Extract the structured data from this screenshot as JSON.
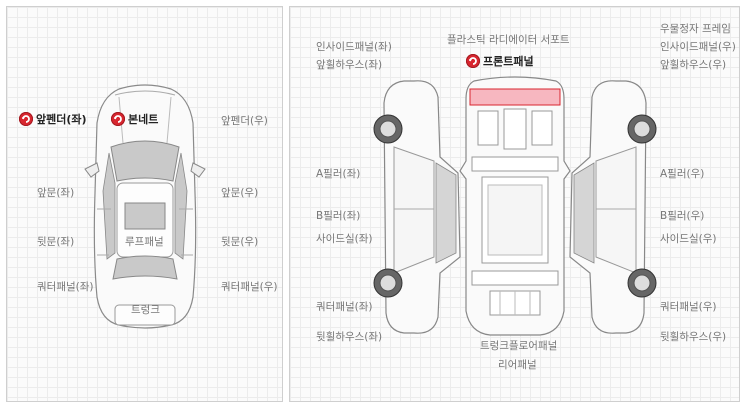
{
  "left": {
    "marks": {
      "front_fender_left": "앞펜더(좌)",
      "bonnet": "본네트"
    },
    "labels": {
      "front_fender_right": "앞펜더(우)",
      "front_door_left": "앞문(좌)",
      "front_door_right": "앞문(우)",
      "rear_door_left": "뒷문(좌)",
      "rear_door_right": "뒷문(우)",
      "quarter_left": "쿼터패널(좌)",
      "quarter_right": "쿼터패널(우)",
      "roof": "루프패널",
      "trunk": "트렁크"
    }
  },
  "right": {
    "marks": {
      "front_panel": "프론트패널"
    },
    "labels": {
      "radiator_support": "플라스틱 라디에이터 서포트",
      "inside_panel_left": "인사이드패널(좌)",
      "front_wheelhouse_left": "앞휠하우스(좌)",
      "crossmember": "우물정자 프레임",
      "inside_panel_right": "인사이드패널(우)",
      "front_wheelhouse_right": "앞휠하우스(우)",
      "a_pillar_left": "A필러(좌)",
      "b_pillar_left": "B필러(좌)",
      "side_sill_left": "사이드실(좌)",
      "a_pillar_right": "A필러(우)",
      "b_pillar_right": "B필러(우)",
      "side_sill_right": "사이드실(우)",
      "quarter_left": "쿼터패널(좌)",
      "rear_wheelhouse_left": "뒷휠하우스(좌)",
      "quarter_right": "쿼터패널(우)",
      "rear_wheelhouse_right": "뒷휠하우스(우)",
      "trunk_floor": "트렁크플로어패널",
      "rear_panel": "리어패널"
    }
  },
  "colors": {
    "accent": "#d8262f",
    "highlight_fill": "#f7b7c0",
    "glass": "#c9c9c9",
    "outline": "#8a8a8a"
  }
}
